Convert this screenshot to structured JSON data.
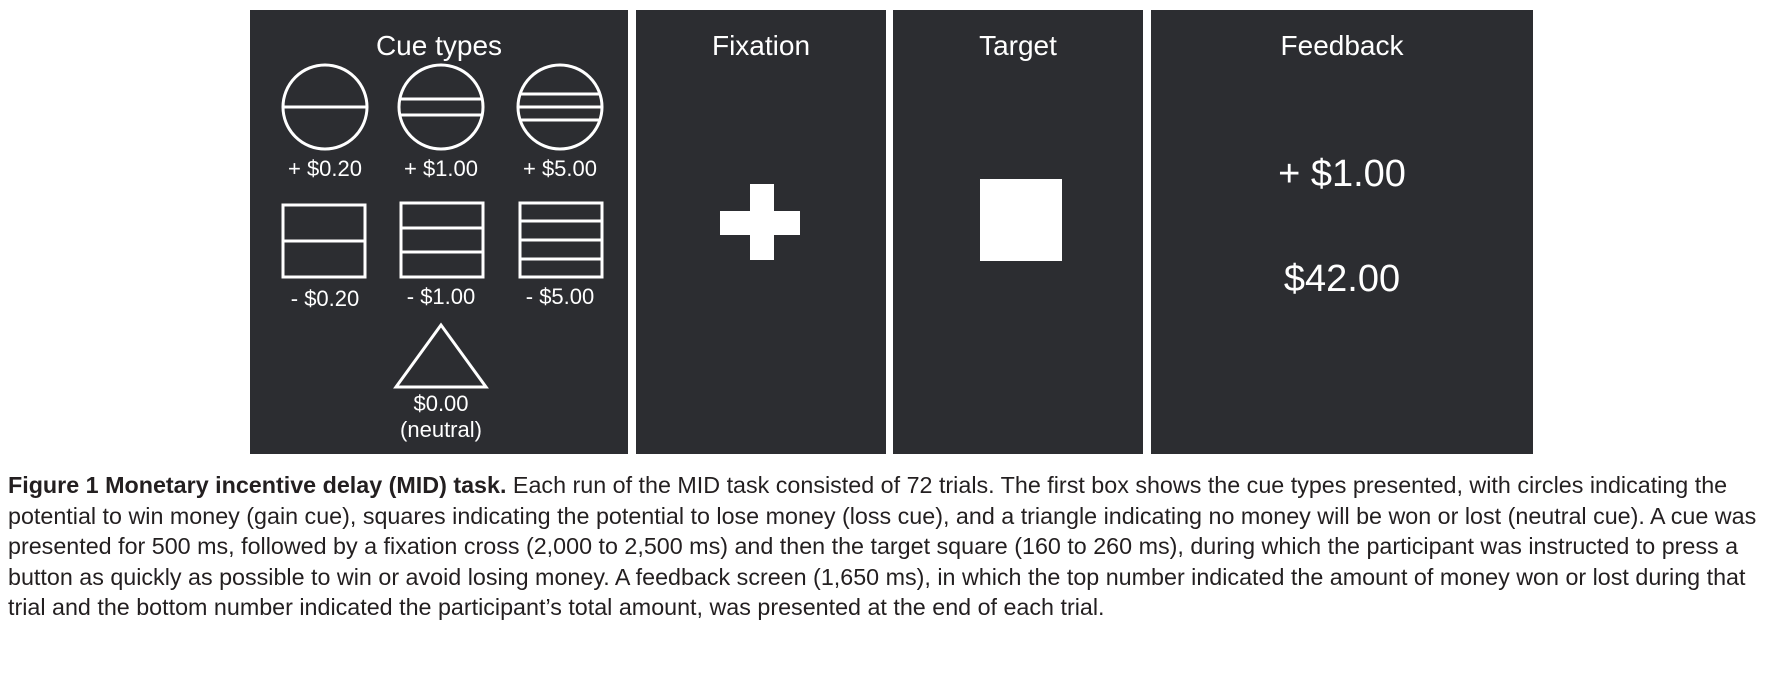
{
  "panels": {
    "cue": {
      "title": "Cue types",
      "gain_labels": [
        "+ $0.20",
        "+ $1.00",
        "+ $5.00"
      ],
      "loss_labels": [
        "- $0.20",
        "- $1.00",
        "- $5.00"
      ],
      "neutral_label_line1": "$0.00",
      "neutral_label_line2": "(neutral)"
    },
    "fixation": {
      "title": "Fixation"
    },
    "target": {
      "title": "Target"
    },
    "feedback": {
      "title": "Feedback",
      "trial_amount": "+ $1.00",
      "total_amount": "$42.00"
    }
  },
  "caption": {
    "heading": "Figure 1 Monetary incentive delay (MID) task.",
    "body": "Each run of the MID task consisted of 72 trials. The first box shows the cue types presented, with circles indicating the potential to win money (gain cue), squares indicating the potential to lose money (loss cue), and a triangle indicating no money will be won or lost (neutral cue). A cue was presented for 500 ms, followed by a fixation cross (2,000 to 2,500 ms) and then the target square (160 to 260 ms), during which the participant was instructed to press a button as quickly as possible to win or avoid losing money. A feedback screen (1,650 ms), in which the top number indicated the amount of money won or lost during that trial and the bottom number indicated the participant’s total amount, was presented at the end of each trial."
  },
  "colors": {
    "panel_bg": "#2c2d31",
    "foreground": "#ffffff",
    "caption_text": "#231f20"
  }
}
